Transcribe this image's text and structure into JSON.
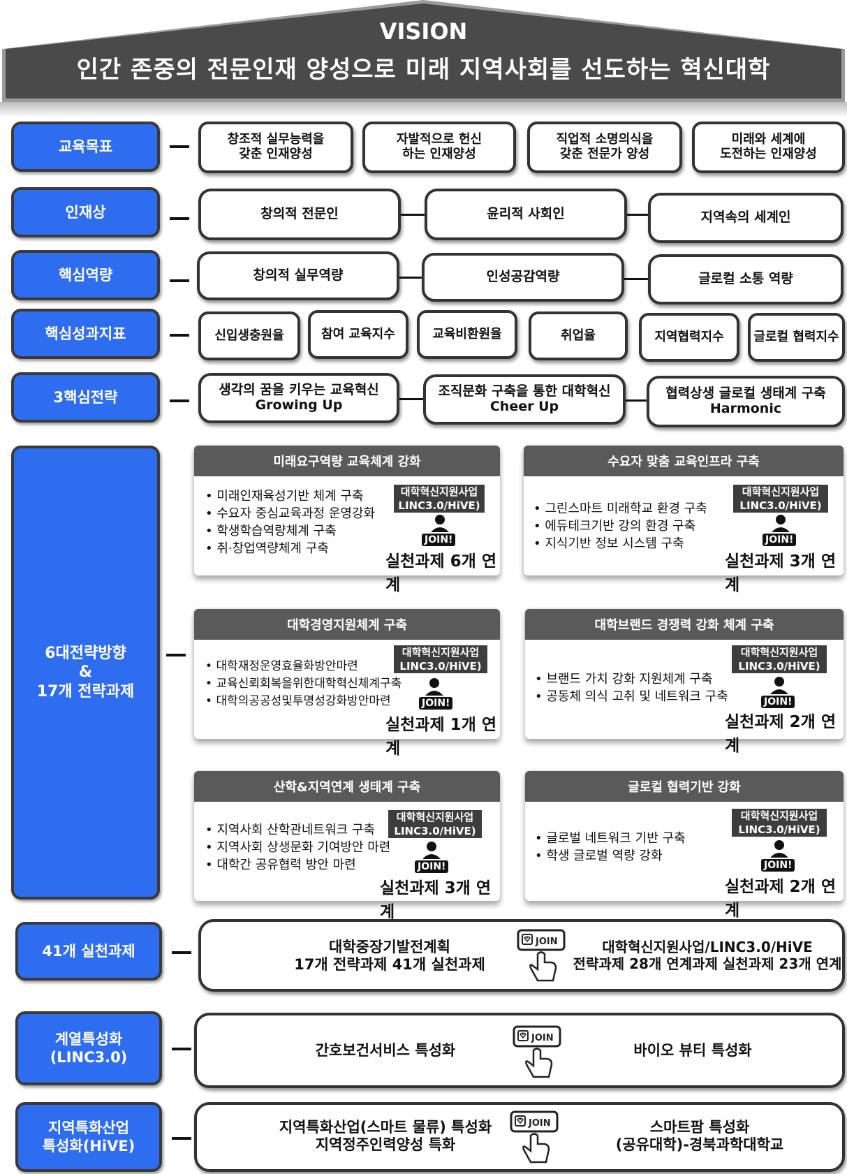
{
  "vision": {
    "title": "VISION",
    "statement": "인간 존중의 전문인재 양성으로 미래 지역사회를 선도하는 혁신대학"
  },
  "rows": {
    "goals_label": "교육목표",
    "goals": [
      "창조적 실무능력을\n갖춘 인재양성",
      "자발적으로 헌신\n하는 인재양성",
      "직업적 소명의식을\n갖춘 전문가 양성",
      "미래와 세계에\n도전하는 인재양성"
    ],
    "talent_label": "인재상",
    "talent": [
      "창의적 전문인",
      "윤리적 사회인",
      "지역속의 세계인"
    ],
    "competency_label": "핵심역량",
    "competency": [
      "창의적 실무역량",
      "인성공감역량",
      "글로컬 소통 역량"
    ],
    "kpi_label": "핵심성과지표",
    "kpi": [
      "신입생충원율",
      "참여 교육지수",
      "교육비환원율",
      "취업율",
      "지역협력지수",
      "글로컬 협력지수"
    ],
    "strategy_label": "3핵심전략",
    "strategy": [
      "생각의 꿈을 키우는 교육혁신\nGrowing Up",
      "조직문화 구축을 통한 대학혁신\nCheer Up",
      "협력상생 글로컬 생태계 구축\nHarmonic"
    ],
    "directions_label": "6대전략방향\n&\n17개 전략과제"
  },
  "cards": [
    {
      "title": "미래요구역량 교육체계 강화",
      "items": [
        "미래인재육성기반 체계 구축",
        "수요자 중심교육과정 운영강화",
        "학생학습역량체계 구축",
        "취·창업역량체계 구축"
      ],
      "practice": "실천과제 6개 연계"
    },
    {
      "title": "수요자 맞춤 교육인프라 구축",
      "items": [
        "그린스마트 미래학교 환경 구축",
        "에듀테크기반 강의 환경 구축",
        "지식기반 정보 시스템 구축"
      ],
      "practice": "실천과제 3개 연계"
    },
    {
      "title": "대학경영지원체계 구축",
      "items": [
        "대학재정운영효율화방안마련",
        "교육신뢰회복을위한대학혁신체계구축",
        "대학의공공성및투명성강화방안마련"
      ],
      "practice": "실천과제 1개 연계"
    },
    {
      "title": "대학브랜드 경쟁력 강화 체계 구축",
      "items": [
        "브랜드 가치 강화 지원체계 구축",
        "공동체 의식 고취 및 네트워크 구축"
      ],
      "practice": "실천과제 2개 연계"
    },
    {
      "title": "산학&지역연계 생태계 구축",
      "items": [
        "지역사회 산학관네트워크 구축",
        "지역사회 상생문화 기여방안 마련",
        "대학간 공유협력 방안 마련"
      ],
      "practice": "실천과제 3개 연계"
    },
    {
      "title": "글로컬 협력기반 강화",
      "items": [
        "글로벌 네트워크 기반 구축",
        "학생 글로벌 역량 강화"
      ],
      "practice": "실천과제 2개 연계"
    }
  ],
  "card_tag": "대학혁신지원사업\nLINC3.0/HiVE)",
  "join_badge": "JOIN!",
  "join_label": "JOIN",
  "bottom": {
    "practice_label": "41개 실천과제",
    "practice_left": "대학중장기발전계획\n17개 전략과제 41개 실천과제",
    "practice_right": "대학혁신지원사업/LINC3.0/HiVE\n전략과제 28개 연계과제 실천과제 23개 연계",
    "series_label": "계열특성화\n(LINC3.0)",
    "series_left": "간호보건서비스 특성화",
    "series_right": "바이오 뷰티 특성화",
    "regional_label": "지역특화산업\n특성화(HiVE)",
    "regional_left": "지역특화산업(스마트 물류) 특성화\n지역정주인력양성 특화",
    "regional_right": "스마트팜 특성화\n(공유대학)-경북과학대학교"
  }
}
